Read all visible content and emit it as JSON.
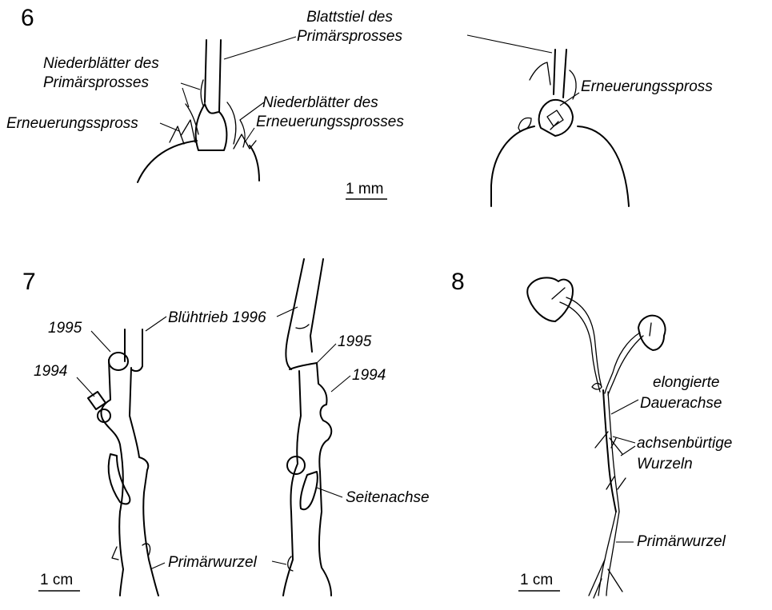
{
  "panels": {
    "p6": {
      "number": "6",
      "labels": {
        "blattstiel_1": "Blattstiel des",
        "blattstiel_2": "Primärsprosses",
        "nieder_primaer_1": "Niederblätter des",
        "nieder_primaer_2": "Primärsprosses",
        "erneuerung_left": "Erneuerungsspross",
        "nieder_erneuerung_1": "Niederblätter des",
        "nieder_erneuerung_2": "Erneuerungssprosses",
        "erneuerung_right": "Erneuerungsspross"
      },
      "scale_label": "1 mm"
    },
    "p7": {
      "number": "7",
      "labels": {
        "bluehtrieb": "Blühtrieb 1996",
        "y1995_left": "1995",
        "y1994_left": "1994",
        "y1995_right": "1995",
        "y1994_right": "1994",
        "seitenachse": "Seitenachse",
        "primaerwurzel": "Primärwurzel"
      },
      "scale_label": "1 cm"
    },
    "p8": {
      "number": "8",
      "labels": {
        "elongierte_1": "elongierte",
        "elongierte_2": "Dauerachse",
        "achsen_1": "achsenbürtige",
        "achsen_2": "Wurzeln",
        "primaerwurzel": "Primärwurzel"
      },
      "scale_label": "1 cm"
    }
  }
}
